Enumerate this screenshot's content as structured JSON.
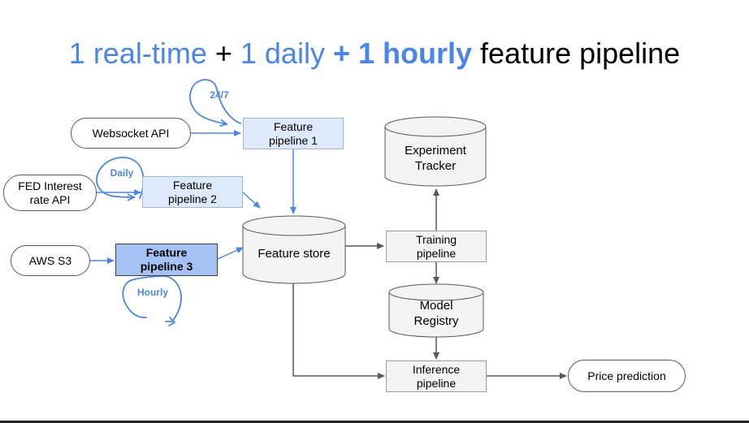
{
  "title": {
    "part1": "1 real-time",
    "part2": " + ",
    "part3": "1 daily",
    "part4": " + 1 hourly",
    "part5": " feature pipeline"
  },
  "nodes": {
    "websocket_api": "Websocket API",
    "fed_api": "FED Interest\nrate API",
    "aws_s3": "AWS S3",
    "feature_pipeline_1": "Feature\npipeline 1",
    "feature_pipeline_2": "Feature\npipeline 2",
    "feature_pipeline_3": "Feature\npipeline 3",
    "feature_store": "Feature store",
    "experiment_tracker": "Experiment\nTracker",
    "training_pipeline": "Training\npipeline",
    "model_registry": "Model\nRegistry",
    "inference_pipeline": "Inference\npipeline",
    "price_prediction": "Price prediction"
  },
  "annotations": {
    "loop_24_7": "24/7",
    "loop_daily": "Daily",
    "loop_hourly": "Hourly"
  },
  "colors": {
    "accent_blue": "#4a86e8",
    "arrow_gray": "#595959",
    "pipeline_light_blue": "#deeafa",
    "pipeline_highlight_blue": "#a4c2f4",
    "storage_gray": "#f3f3f3"
  }
}
